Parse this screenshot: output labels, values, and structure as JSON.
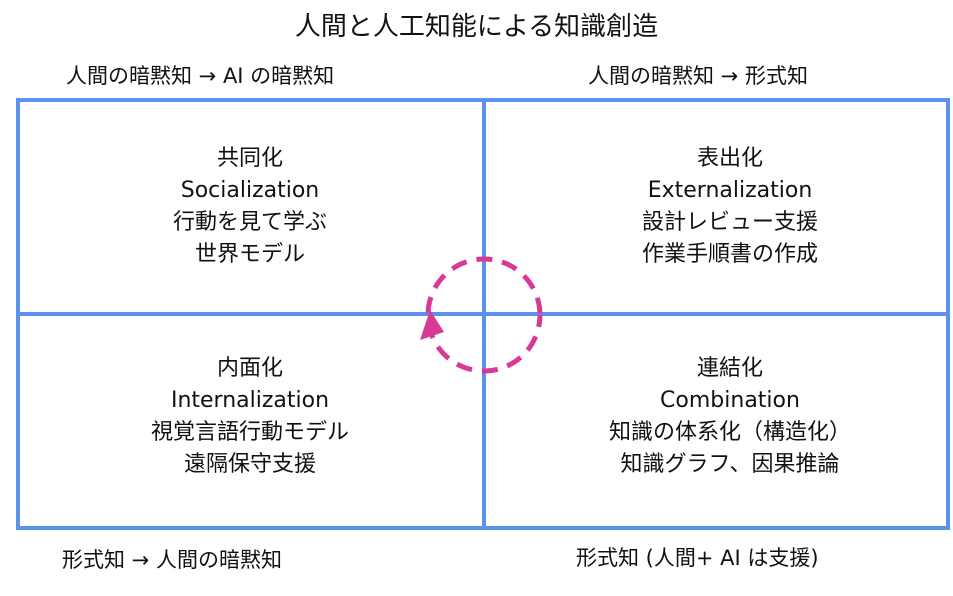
{
  "title": "人間と人工知能による知識創造",
  "corners": {
    "top_left": "人間の暗黙知 → AI の暗黙知",
    "top_right": "人間の暗黙知 → 形式知",
    "bottom_left": "形式知 → 人間の暗黙知",
    "bottom_right": "形式知 (人間+ AI は支援)"
  },
  "quadrants": {
    "top_left": {
      "name": "共同化",
      "english": "Socialization",
      "lines": [
        "行動を見て学ぶ",
        "世界モデル"
      ]
    },
    "top_right": {
      "name": "表出化",
      "english": "Externalization",
      "lines": [
        "設計レビュー支援",
        "作業手順書の作成"
      ]
    },
    "bottom_left": {
      "name": "内面化",
      "english": "Internalization",
      "lines": [
        "視覚言語行動モデル",
        "遠隔保守支援"
      ]
    },
    "bottom_right": {
      "name": "連結化",
      "english": "Combination",
      "lines": [
        "知識の体系化（構造化）",
        "知識グラフ、因果推論"
      ]
    }
  },
  "colors": {
    "grid_line": "#5b93ec",
    "cycle_arrow": "#d63a96"
  },
  "cycle_icon": "counterclockwise-dashed-circle-arrow"
}
